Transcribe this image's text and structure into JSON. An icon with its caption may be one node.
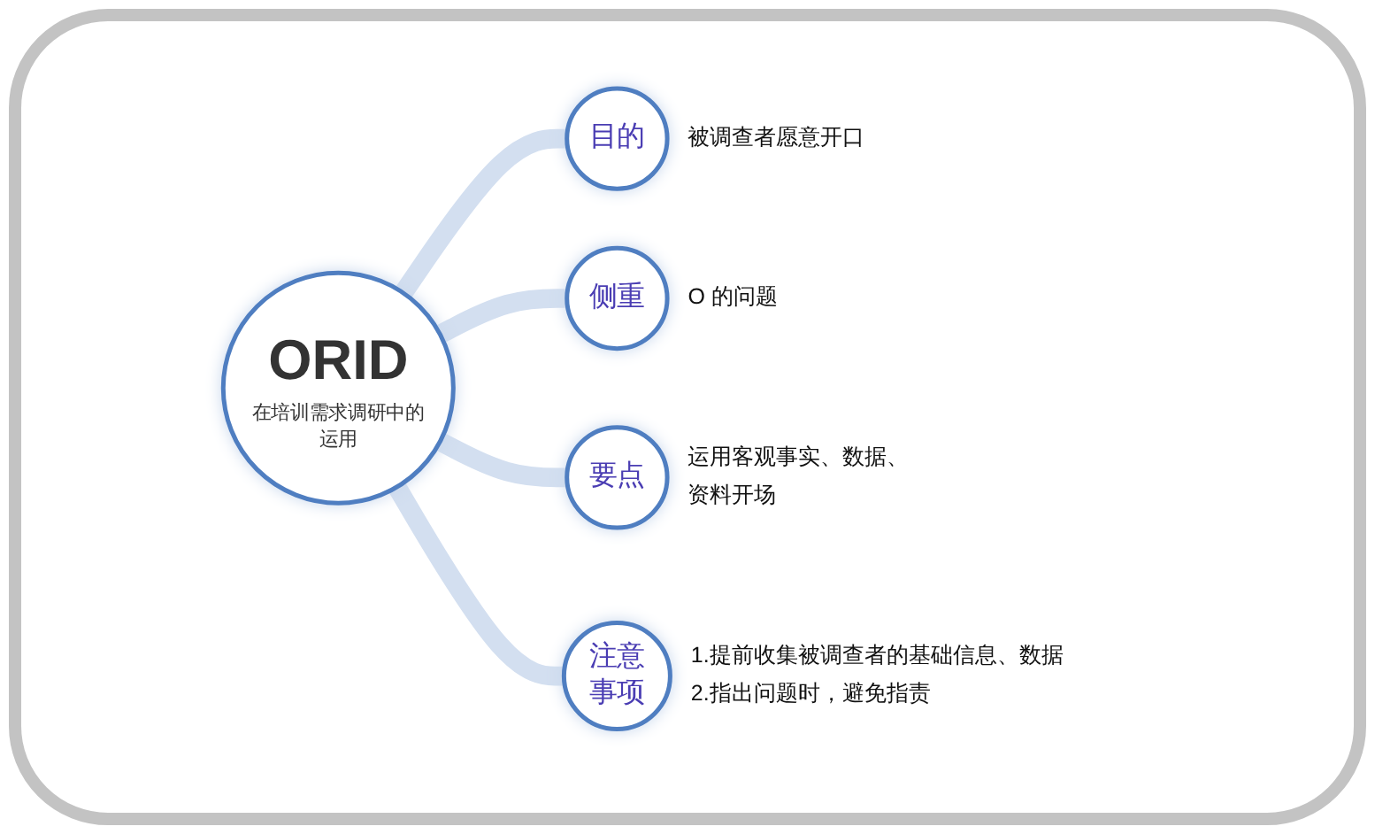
{
  "diagram": {
    "nodes": [
      {
        "text": [
          "ORID",
          "在培训需求调研中的运用"
        ]
      },
      {
        "text": [
          "目的"
        ],
        "beside": [
          "被调查者愿意开口"
        ]
      },
      {
        "text": [
          "侧重"
        ],
        "beside": [
          "O 的问题"
        ]
      },
      {
        "text": [
          "要点"
        ],
        "beside": [
          "运用客观事实、数据、资料开场"
        ]
      },
      {
        "text": [
          "注意事项"
        ],
        "beside": [
          "1.提前收集被调查者的基础信息、数据",
          "2.指出问题时，避免指责"
        ]
      }
    ],
    "edges": [
      {
        "from": 0,
        "to": 1,
        "arrow": "none"
      },
      {
        "from": 0,
        "to": 2,
        "arrow": "none"
      },
      {
        "from": 0,
        "to": 3,
        "arrow": "none"
      },
      {
        "from": 0,
        "to": 4,
        "arrow": "none"
      }
    ]
  }
}
